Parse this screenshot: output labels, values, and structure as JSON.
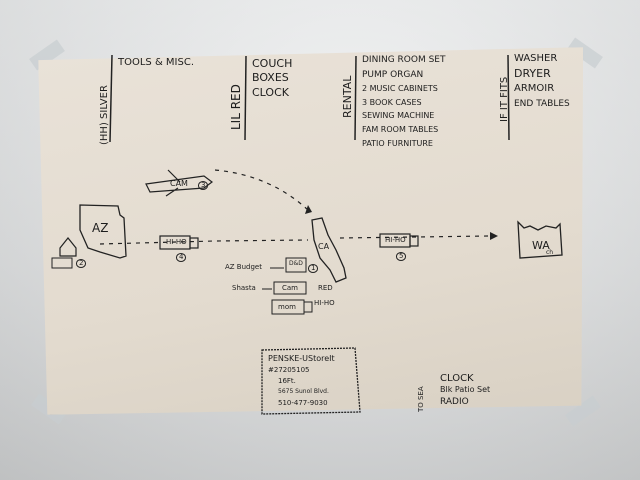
{
  "columns": [
    {
      "header": "(HH) SILVER",
      "items": [
        "TOOLS & MISC."
      ]
    },
    {
      "header": "LIL RED",
      "items": [
        "COUCH",
        "BOXES",
        "CLOCK"
      ]
    },
    {
      "header": "RENTAL",
      "items": [
        "DINING ROOM SET",
        "PUMP ORGAN",
        "2 MUSIC CABINETS",
        "3 BOOK CASES",
        "SEWING MACHINE",
        "FAM ROOM TABLES",
        "PATIO FURNITURE"
      ]
    },
    {
      "header": "IF IT FITS",
      "items": [
        "WASHER",
        "DRYER",
        "ARMOIR",
        "END TABLES"
      ]
    }
  ],
  "map": {
    "az_label": "AZ",
    "ca_label": "CA",
    "wa_label": "WA",
    "wa_sub": "ch",
    "plane_label": "CAM",
    "plane_num": "3",
    "house_truck_num": "2",
    "truck_az_label": "HI-HO",
    "truck_az_num": "4",
    "truck_ca_label": "HI-HO",
    "truck_ca_num": "5"
  },
  "convoy": {
    "row1_label": "AZ Budget",
    "row1_box": "D&D",
    "row1_num": "1",
    "row2_label": "Shasta",
    "row2_box": "Cam",
    "row2_tag": "RED",
    "row3_box": "mom",
    "row3_tag": "HI-HO"
  },
  "penske": {
    "title": "PENSKE-UStoreIt",
    "lines": [
      "#27205105",
      "16Ft.",
      "5675 Sunol Blvd.",
      "510-477-9030"
    ]
  },
  "sea": {
    "label": "TO SEA",
    "items": [
      "CLOCK",
      "Blk Patio Set",
      "RADIO"
    ]
  }
}
